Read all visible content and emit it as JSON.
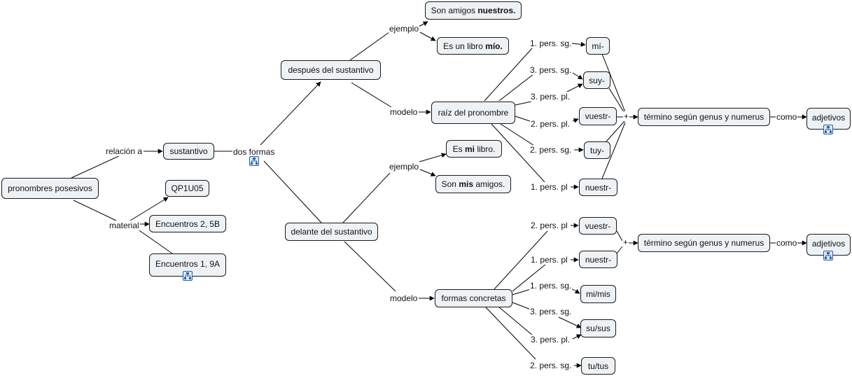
{
  "nodes": {
    "pronombres": "pronombres posesivos",
    "sustantivo": "sustantivo",
    "qp1u05": "QP1U05",
    "enc2": "Encuentros 2, 5B",
    "enc1": "Encuentros 1, 9A",
    "despues": "después del sustantivo",
    "delante": "delante del sustantivo",
    "amigos_nuestros_pre": "Son amigos ",
    "amigos_nuestros_b": "nuestros.",
    "libro_mio_pre": "Es un libro ",
    "libro_mio_b": "mío.",
    "mi_libro_pre": "Es ",
    "mi_libro_b": "mi",
    "mi_libro_post": " libro.",
    "mis_amigos_pre": "Son ",
    "mis_amigos_b": "mis",
    "mis_amigos_post": " amigos.",
    "raiz": "raíz del pronombre",
    "formas": "formas concretas",
    "mi_root": "mí-",
    "suy": "suy-",
    "vuestr1": "vuestr-",
    "tuy": "tuy-",
    "nuestr1": "nuestr-",
    "termino1": "término según genus y numerus",
    "adjetivos1": "adjetivos",
    "vuestr2": "vuestr-",
    "nuestr2": "nuestr-",
    "termino2": "término según genus y numerus",
    "adjetivos2": "adjetivos",
    "mimis": "mi/mis",
    "susus": "su/sus",
    "tutus": "tu/tus"
  },
  "links": {
    "relacion_a": "relación a",
    "material": "material",
    "dos_formas": "dos formas",
    "ejemplo1": "ejemplo",
    "modelo1": "modelo",
    "ejemplo2": "ejemplo",
    "modelo2": "modelo",
    "p1sg_a": "1. pers. sg.",
    "p3sg_a": "3. pers. sg.",
    "p3pl_a": "3. pers. pl.",
    "p2pl_a": "2. pers. pl.",
    "p2sg_a": "2. pers. sg.",
    "p1pl_a": "1. pers. pl",
    "plus1": "+",
    "como1": "como",
    "p2pl_b": "2. pers. pl",
    "p1pl_b": "1. pers. pl",
    "p1sg_b": "1. pers. sg.",
    "p3sg_b": "3. pers. sg.",
    "p3pl_b": "3. pers. pl.",
    "p2sg_b": "2. pers. sg.",
    "plus2": "+",
    "como2": "como"
  }
}
